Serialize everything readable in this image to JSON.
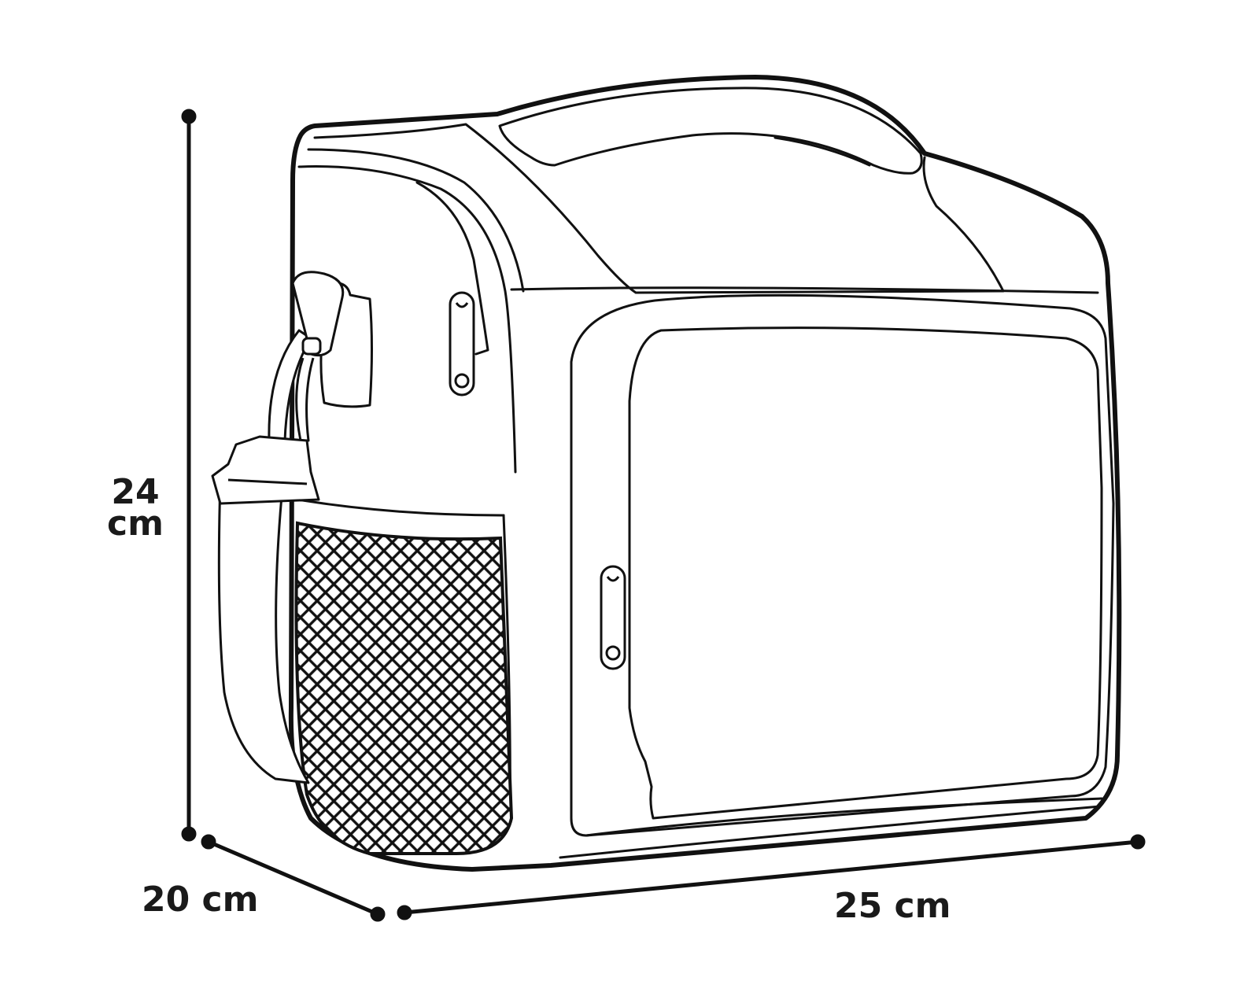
{
  "dimensions": {
    "height": {
      "value": "24",
      "unit": "cm"
    },
    "depth": {
      "text": "20 cm"
    },
    "width": {
      "text": "25 cm"
    }
  },
  "colors": {
    "line": "#111111",
    "fill": "#ffffff",
    "background": "#ffffff"
  }
}
